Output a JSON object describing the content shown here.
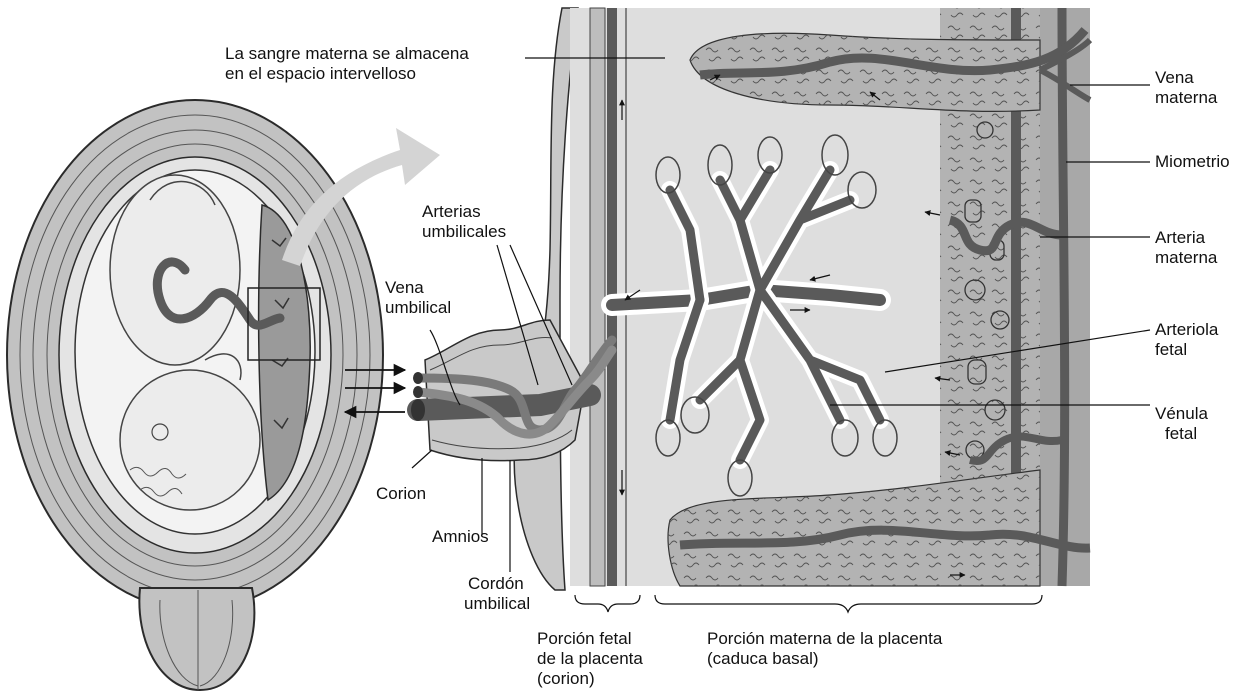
{
  "labels": {
    "maternal_blood": [
      "La sangre materna se almacena",
      "en el espacio intervelloso"
    ],
    "maternal_vein": [
      "Vena",
      "materna"
    ],
    "myometrium": "Miometrio",
    "maternal_artery": [
      "Arteria",
      "materna"
    ],
    "fetal_arteriole": [
      "Arteriola",
      "fetal"
    ],
    "fetal_venule": [
      "Vénula",
      "fetal"
    ],
    "umbilical_arteries": [
      "Arterias",
      "umbilicales"
    ],
    "umbilical_vein": [
      "Vena",
      "umbilical"
    ],
    "chorion": "Corion",
    "amnion": "Amnios",
    "umbilical_cord": [
      "Cordón",
      "umbilical"
    ],
    "fetal_portion": [
      "Porción fetal",
      "de la placenta",
      "(corion)"
    ],
    "maternal_portion": [
      "Porción materna de la placenta",
      "(caduca basal)"
    ]
  },
  "colors": {
    "vessel": "#5a5a5a",
    "tissue": "#b3b3b3",
    "light_tissue": "#dcdcdc",
    "outline": "#2b2b2b"
  }
}
